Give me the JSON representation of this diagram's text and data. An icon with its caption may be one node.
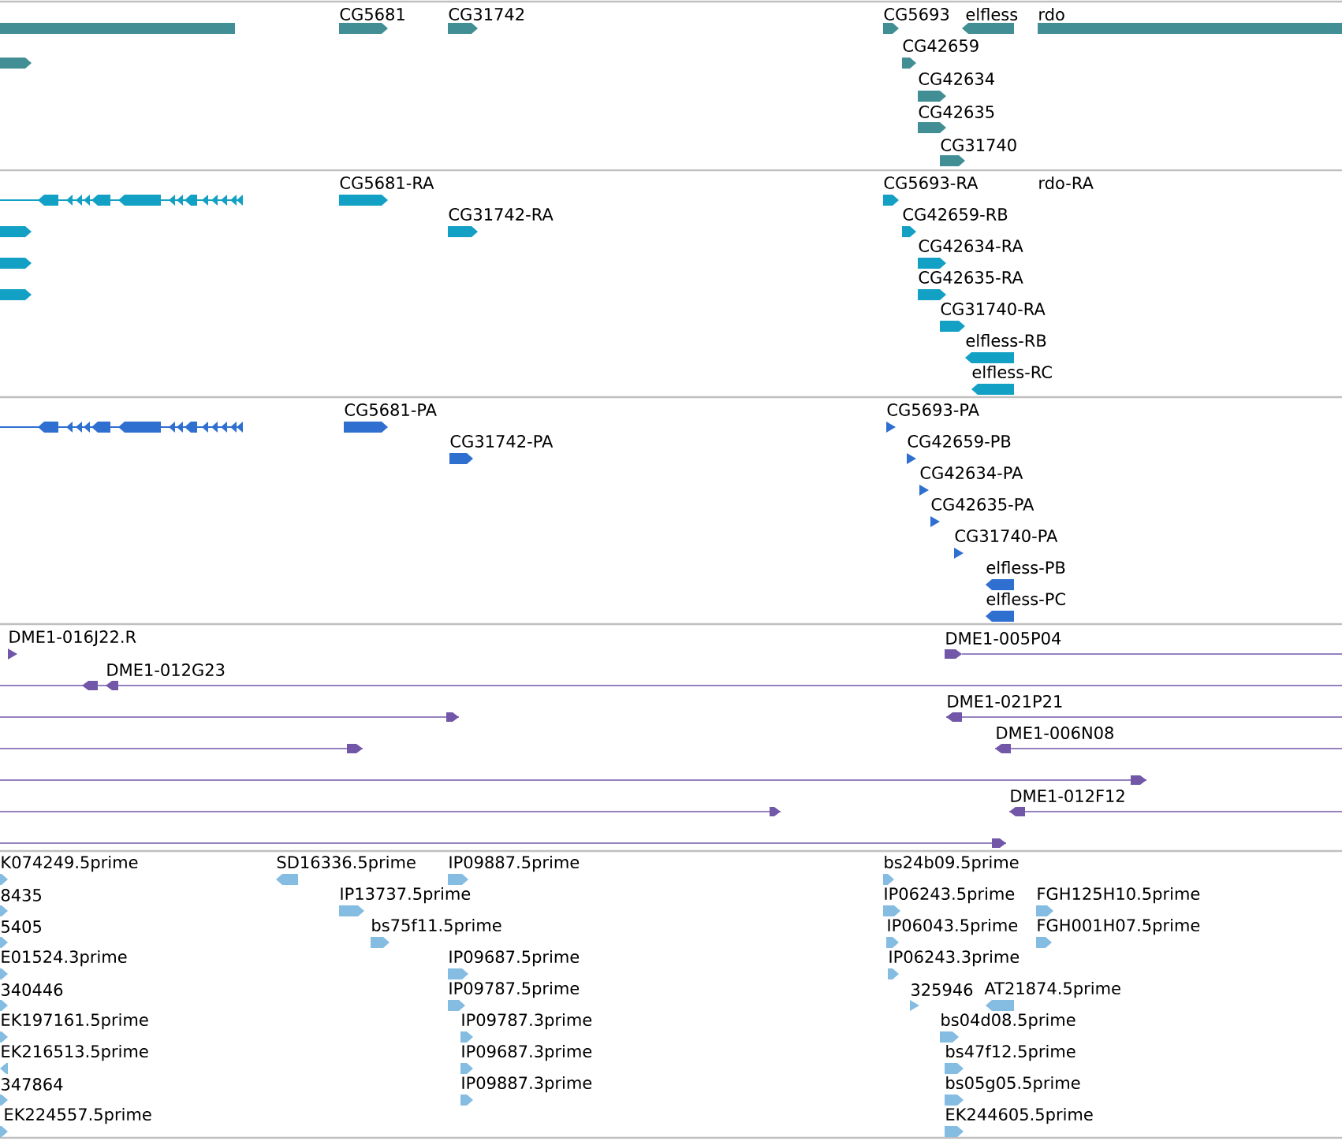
{
  "diagram": {
    "labels": [
      "CG5681",
      "CG31742",
      "CG5693",
      "elfless",
      "rdo",
      "CG42659",
      "CG42634",
      "CG42635",
      "CG31740",
      "CG5681-RA",
      "CG31742-RA",
      "CG5693-RA",
      "rdo-RA",
      "CG42659-RB",
      "CG42634-RA",
      "CG42635-RA",
      "CG31740-RA",
      "elfless-RB",
      "elfless-RC",
      "CG5681-PA",
      "CG31742-PA",
      "CG5693-PA",
      "CG42659-PB",
      "CG42634-PA",
      "CG42635-PA",
      "CG31740-PA",
      "elfless-PB",
      "elfless-PC",
      "DME1-016J22.R",
      "DME1-005P04",
      "DME1-012G23",
      "DME1-021P21",
      "DME1-006N08",
      "DME1-012F12",
      "K074249.5prime",
      "SD16336.5prime",
      "IP09887.5prime",
      "bs24b09.5prime",
      "8435",
      "IP13737.5prime",
      "IP06243.5prime",
      "FGH125H10.5prime",
      "5405",
      "bs75f11.5prime",
      "IP06043.5prime",
      "FGH001H07.5prime",
      "E01524.3prime",
      "IP09687.5prime",
      "IP06243.3prime",
      "340446",
      "IP09787.5prime",
      "325946",
      "AT21874.5prime",
      "EK197161.5prime",
      "IP09787.3prime",
      "bs04d08.5prime",
      "EK216513.5prime",
      "IP09687.3prime",
      "bs47f12.5prime",
      "347864",
      "IP09887.3prime",
      "bs05g05.5prime",
      "EK224557.5prime",
      "EK244605.5prime"
    ]
  }
}
